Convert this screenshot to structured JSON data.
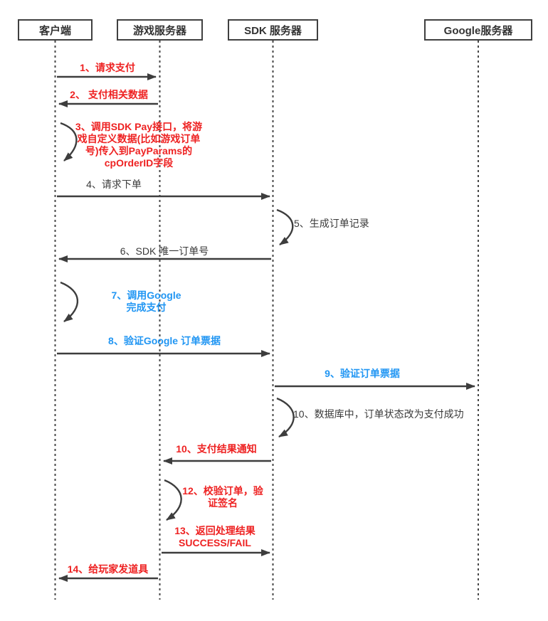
{
  "diagram_type": "sequence-diagram",
  "topic": "SDK payment flow",
  "colors": {
    "red": "#ee2222",
    "blue": "#2196f3",
    "ink": "#3a3a3a",
    "line": "#3d3d3d"
  },
  "actors": [
    {
      "id": "client",
      "label": "客户端"
    },
    {
      "id": "game-server",
      "label": "游戏服务器"
    },
    {
      "id": "sdk-server",
      "label": "SDK 服务器"
    },
    {
      "id": "google-server",
      "label": "Google服务器"
    }
  ],
  "messages": [
    {
      "seq": "1",
      "label": "1、请求支付",
      "from": "client",
      "to": "game-server",
      "type": "arrow",
      "color": "red"
    },
    {
      "seq": "2",
      "label": "2、 支付相关数据",
      "from": "game-server",
      "to": "client",
      "type": "arrow",
      "color": "red"
    },
    {
      "seq": "3",
      "label": "3、调用SDK Pay接口，将游戏自定义数据(比如游戏订单号)传入到PayParams的cpOrderID字段",
      "lines": [
        "3、调用SDK Pay接口，将游",
        "戏自定义数据(比如游戏订单",
        "号)传入到PayParams的",
        "cpOrderID字段"
      ],
      "from": "client",
      "to": "client",
      "type": "self",
      "color": "red"
    },
    {
      "seq": "4",
      "label": "4、请求下单",
      "from": "client",
      "to": "sdk-server",
      "type": "arrow",
      "color": "ink"
    },
    {
      "seq": "5",
      "label": "5、生成订单记录",
      "from": "sdk-server",
      "to": "sdk-server",
      "type": "self",
      "color": "ink"
    },
    {
      "seq": "6",
      "label": "6、SDK 唯一订单号",
      "from": "sdk-server",
      "to": "client",
      "type": "arrow",
      "color": "ink"
    },
    {
      "seq": "7",
      "label": "7、调用Google 完成支付",
      "lines": [
        "7、调用Google",
        "完成支付"
      ],
      "from": "client",
      "to": "client",
      "type": "self",
      "color": "blue"
    },
    {
      "seq": "8",
      "label": "8、验证Google 订单票据",
      "from": "client",
      "to": "sdk-server",
      "type": "arrow",
      "color": "blue"
    },
    {
      "seq": "9",
      "label": "9、验证订单票据",
      "from": "sdk-server",
      "to": "google-server",
      "type": "arrow",
      "color": "blue"
    },
    {
      "seq": "10a",
      "label": "10、数据库中，订单状态改为支付成功",
      "from": "sdk-server",
      "to": "sdk-server",
      "type": "self",
      "color": "ink"
    },
    {
      "seq": "10b",
      "label": "10、支付结果通知",
      "from": "sdk-server",
      "to": "game-server",
      "type": "arrow",
      "color": "red"
    },
    {
      "seq": "12",
      "label": "12、校验订单，验证签名",
      "lines": [
        "12、校验订单，验",
        "证签名"
      ],
      "from": "game-server",
      "to": "game-server",
      "type": "self",
      "color": "red"
    },
    {
      "seq": "13",
      "label": "13、返回处理结果 SUCCESS/FAIL",
      "lines": [
        "13、返回处理结果",
        "SUCCESS/FAIL"
      ],
      "from": "game-server",
      "to": "sdk-server",
      "type": "arrow",
      "color": "red"
    },
    {
      "seq": "14",
      "label": "14、给玩家发道具",
      "from": "game-server",
      "to": "client",
      "type": "arrow",
      "color": "red"
    }
  ]
}
